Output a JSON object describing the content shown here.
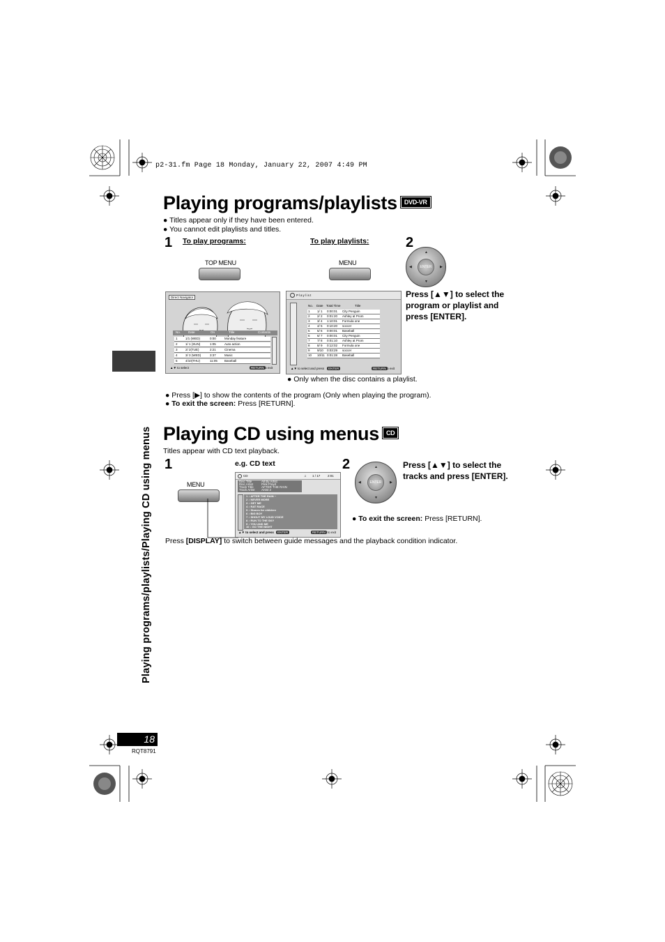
{
  "header_line": "p2-31.fm  Page 18  Monday, January 22, 2007  4:49 PM",
  "section1": {
    "title": "Playing programs/playlists",
    "badge": "DVD-VR",
    "notes": [
      "Titles appear only if they have been entered.",
      "You cannot edit playlists and titles."
    ],
    "step1_number": "1",
    "step2_number": "2",
    "to_play_programs": "To play programs:",
    "to_play_playlists": "To play playlists:",
    "top_menu_label": "TOP MENU",
    "menu_label": "MENU",
    "enter_label": "ENTER",
    "step2_instruction": "Press [▲▼] to select the program or playlist and press [ENTER].",
    "direct_navigator": {
      "title": "Direct Navigator",
      "headers": [
        "No.",
        "Date",
        "On",
        "Title",
        "Contents"
      ],
      "rows": [
        {
          "no": "1",
          "date": "1/1 (WED)",
          "on": "0:00",
          "title": "Monday feature"
        },
        {
          "no": "2",
          "date": "1/ 1 (SUN)",
          "on": "1:05",
          "title": "Auto action"
        },
        {
          "no": "3",
          "date": "2/ 2(TUE)",
          "on": "2:21",
          "title": "Cinema"
        },
        {
          "no": "4",
          "date": "3/ 3 (WED)",
          "on": "3:37",
          "title": "Music"
        },
        {
          "no": "5",
          "date": "4/10(THU)",
          "on": "11:05",
          "title": "Baseball"
        }
      ],
      "footer_select": "to  select",
      "footer_return": "RETURN",
      "footer_exit": "to  exit"
    },
    "playlist": {
      "title": "Playlist",
      "headers": [
        "No.",
        "Date",
        "Total Time",
        "Title"
      ],
      "rows": [
        {
          "no": "1",
          "date": "1/ 1",
          "time": "0:00:01",
          "title": "City Penguin"
        },
        {
          "no": "2",
          "date": "2/ 2",
          "time": "0:01:20",
          "title": "Ashley at Prom"
        },
        {
          "no": "3",
          "date": "3/ 4",
          "time": "1:10:01",
          "title": "Formula one"
        },
        {
          "no": "4",
          "date": "4/ 5",
          "time": "0:10:20",
          "title": "soccer"
        },
        {
          "no": "5",
          "date": "5/ 6",
          "time": "0:00:01",
          "title": "Baseball"
        },
        {
          "no": "6",
          "date": "6/ 7",
          "time": "0:00:01",
          "title": "City Penguin"
        },
        {
          "no": "7",
          "date": "7/ 8",
          "time": "0:01:10",
          "title": "Ashley at Prom"
        },
        {
          "no": "8",
          "date": "8/ 9",
          "time": "0:12:02",
          "title": "Formula one"
        },
        {
          "no": "9",
          "date": "9/10",
          "time": "0:03:29",
          "title": "soccer"
        },
        {
          "no": "10",
          "date": "10/11",
          "time": "0:01:28",
          "title": "Baseball"
        }
      ],
      "footer_select": "to  select  and  press",
      "footer_enter": "ENTER",
      "footer_return": "RETURN",
      "footer_exit": "to  exit"
    },
    "playlist_note": "Only when the disc contains a playlist.",
    "bullet_press": "Press [▶] to show the contents of the program (Only when playing the program).",
    "bullet_exit_label": "To exit the screen:",
    "bullet_exit_text": "Press [RETURN]."
  },
  "section2": {
    "title": "Playing CD using menus",
    "badge": "CD",
    "note": "Titles appear with CD text playback.",
    "step1_number": "1",
    "step2_number": "2",
    "eg_label": "e.g. CD text",
    "menu_label": "MENU",
    "enter_label": "ENTER",
    "step2_instruction": "Press [▲▼] to select the tracks and press [ENTER].",
    "exit_label": "To exit the screen:",
    "exit_text": "Press [RETURN].",
    "cd_screen": {
      "title": "CD",
      "track_info": "1 / 17",
      "time": "2:01",
      "info_rows": [
        {
          "label": "Disc Title",
          "value": "All By Artist"
        },
        {
          "label": "Disc Artist",
          "value": "Pink Floyd"
        },
        {
          "label": "Track Title",
          "value": "AFTER THE RAIN"
        },
        {
          "label": "Track Artist",
          "value": "Artist 2"
        }
      ],
      "tracks": [
        "AFTER THE RAIN ~",
        "NEVER MORE",
        "GET ME",
        "RAT RACE",
        "Stones for children",
        "BIG BOY",
        "SHOUT MY LOUD VOICE",
        "RUN TO THE SKY",
        "YOU AND ME",
        "GO THE NIGHT"
      ],
      "footer_select": "to select and press",
      "footer_enter": "ENTER",
      "footer_return": "RETURN",
      "footer_exit": "to exit"
    },
    "display_note_pre": "Press ",
    "display_note_key": "[DISPLAY]",
    "display_note_post": " to switch between guide messages and the playback condition indicator."
  },
  "side_title": "Playing programs/playlists/Playing CD using menus",
  "page_number": "18",
  "doc_code": "RQT8791"
}
